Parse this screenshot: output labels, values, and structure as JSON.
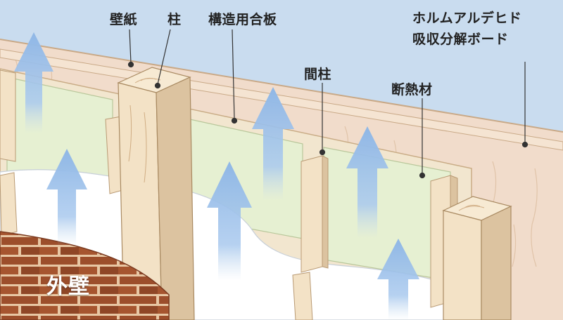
{
  "labels": {
    "wallpaper": "壁紙",
    "pillar": "柱",
    "plywood": "構造用合板",
    "stud": "間柱",
    "insulation": "断熱材",
    "board_line1": "ホルムアルデヒド",
    "board_line2": "吸収分解ボード",
    "exterior_wall": "外壁"
  },
  "colors": {
    "sky": "#c9dcef",
    "board": "#f1dccb",
    "wood": "#f3e2c6",
    "wood_shade": "#dcc3a0",
    "insulation": "#e6f0d2",
    "exterior_insulation": "#ffffff",
    "brick": "#9c4e2b",
    "mortar": "#e8c7a4",
    "arrow": "#8fb7e6",
    "leader": "#333333"
  }
}
